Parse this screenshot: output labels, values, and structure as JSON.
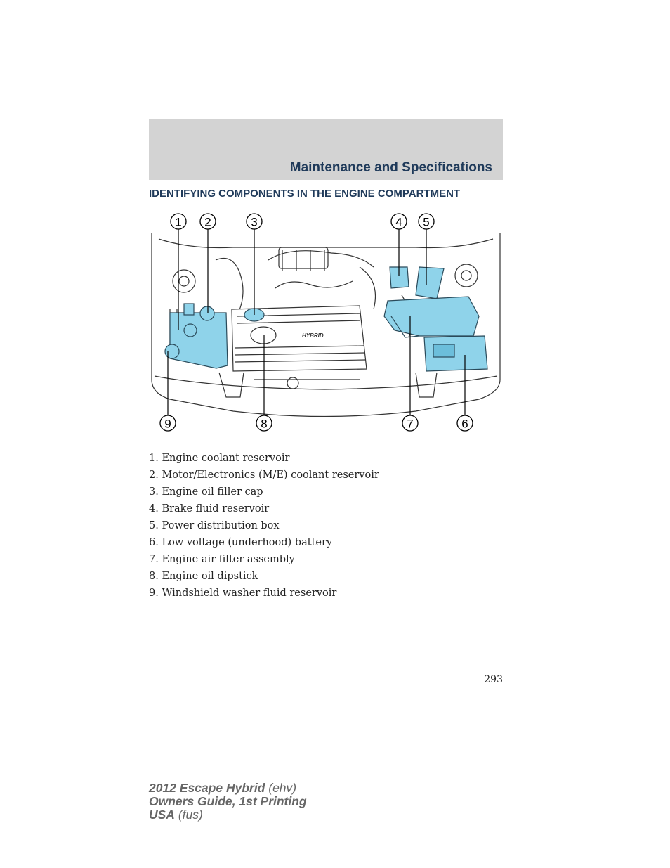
{
  "header": {
    "section_title": "Maintenance and Specifications"
  },
  "subheading": "IDENTIFYING COMPONENTS IN THE ENGINE COMPARTMENT",
  "diagram": {
    "callouts": [
      "1",
      "2",
      "3",
      "4",
      "5",
      "6",
      "7",
      "8",
      "9"
    ],
    "emblem_text": "HYBRID",
    "highlight_color": "#8fd3ea"
  },
  "legend": [
    "1. Engine coolant reservoir",
    "2. Motor/Electronics (M/E) coolant reservoir",
    "3. Engine oil filler cap",
    "4. Brake fluid reservoir",
    "5. Power distribution box",
    "6. Low voltage (underhood) battery",
    "7. Engine air filter assembly",
    "8. Engine oil dipstick",
    "9. Windshield washer fluid reservoir"
  ],
  "page_number": "293",
  "footer": {
    "line1_bold": "2012 Escape Hybrid",
    "line1_code": "(ehv)",
    "line2_bold": "Owners Guide, 1st Printing",
    "line3_bold": "USA",
    "line3_code": "(fus)"
  }
}
